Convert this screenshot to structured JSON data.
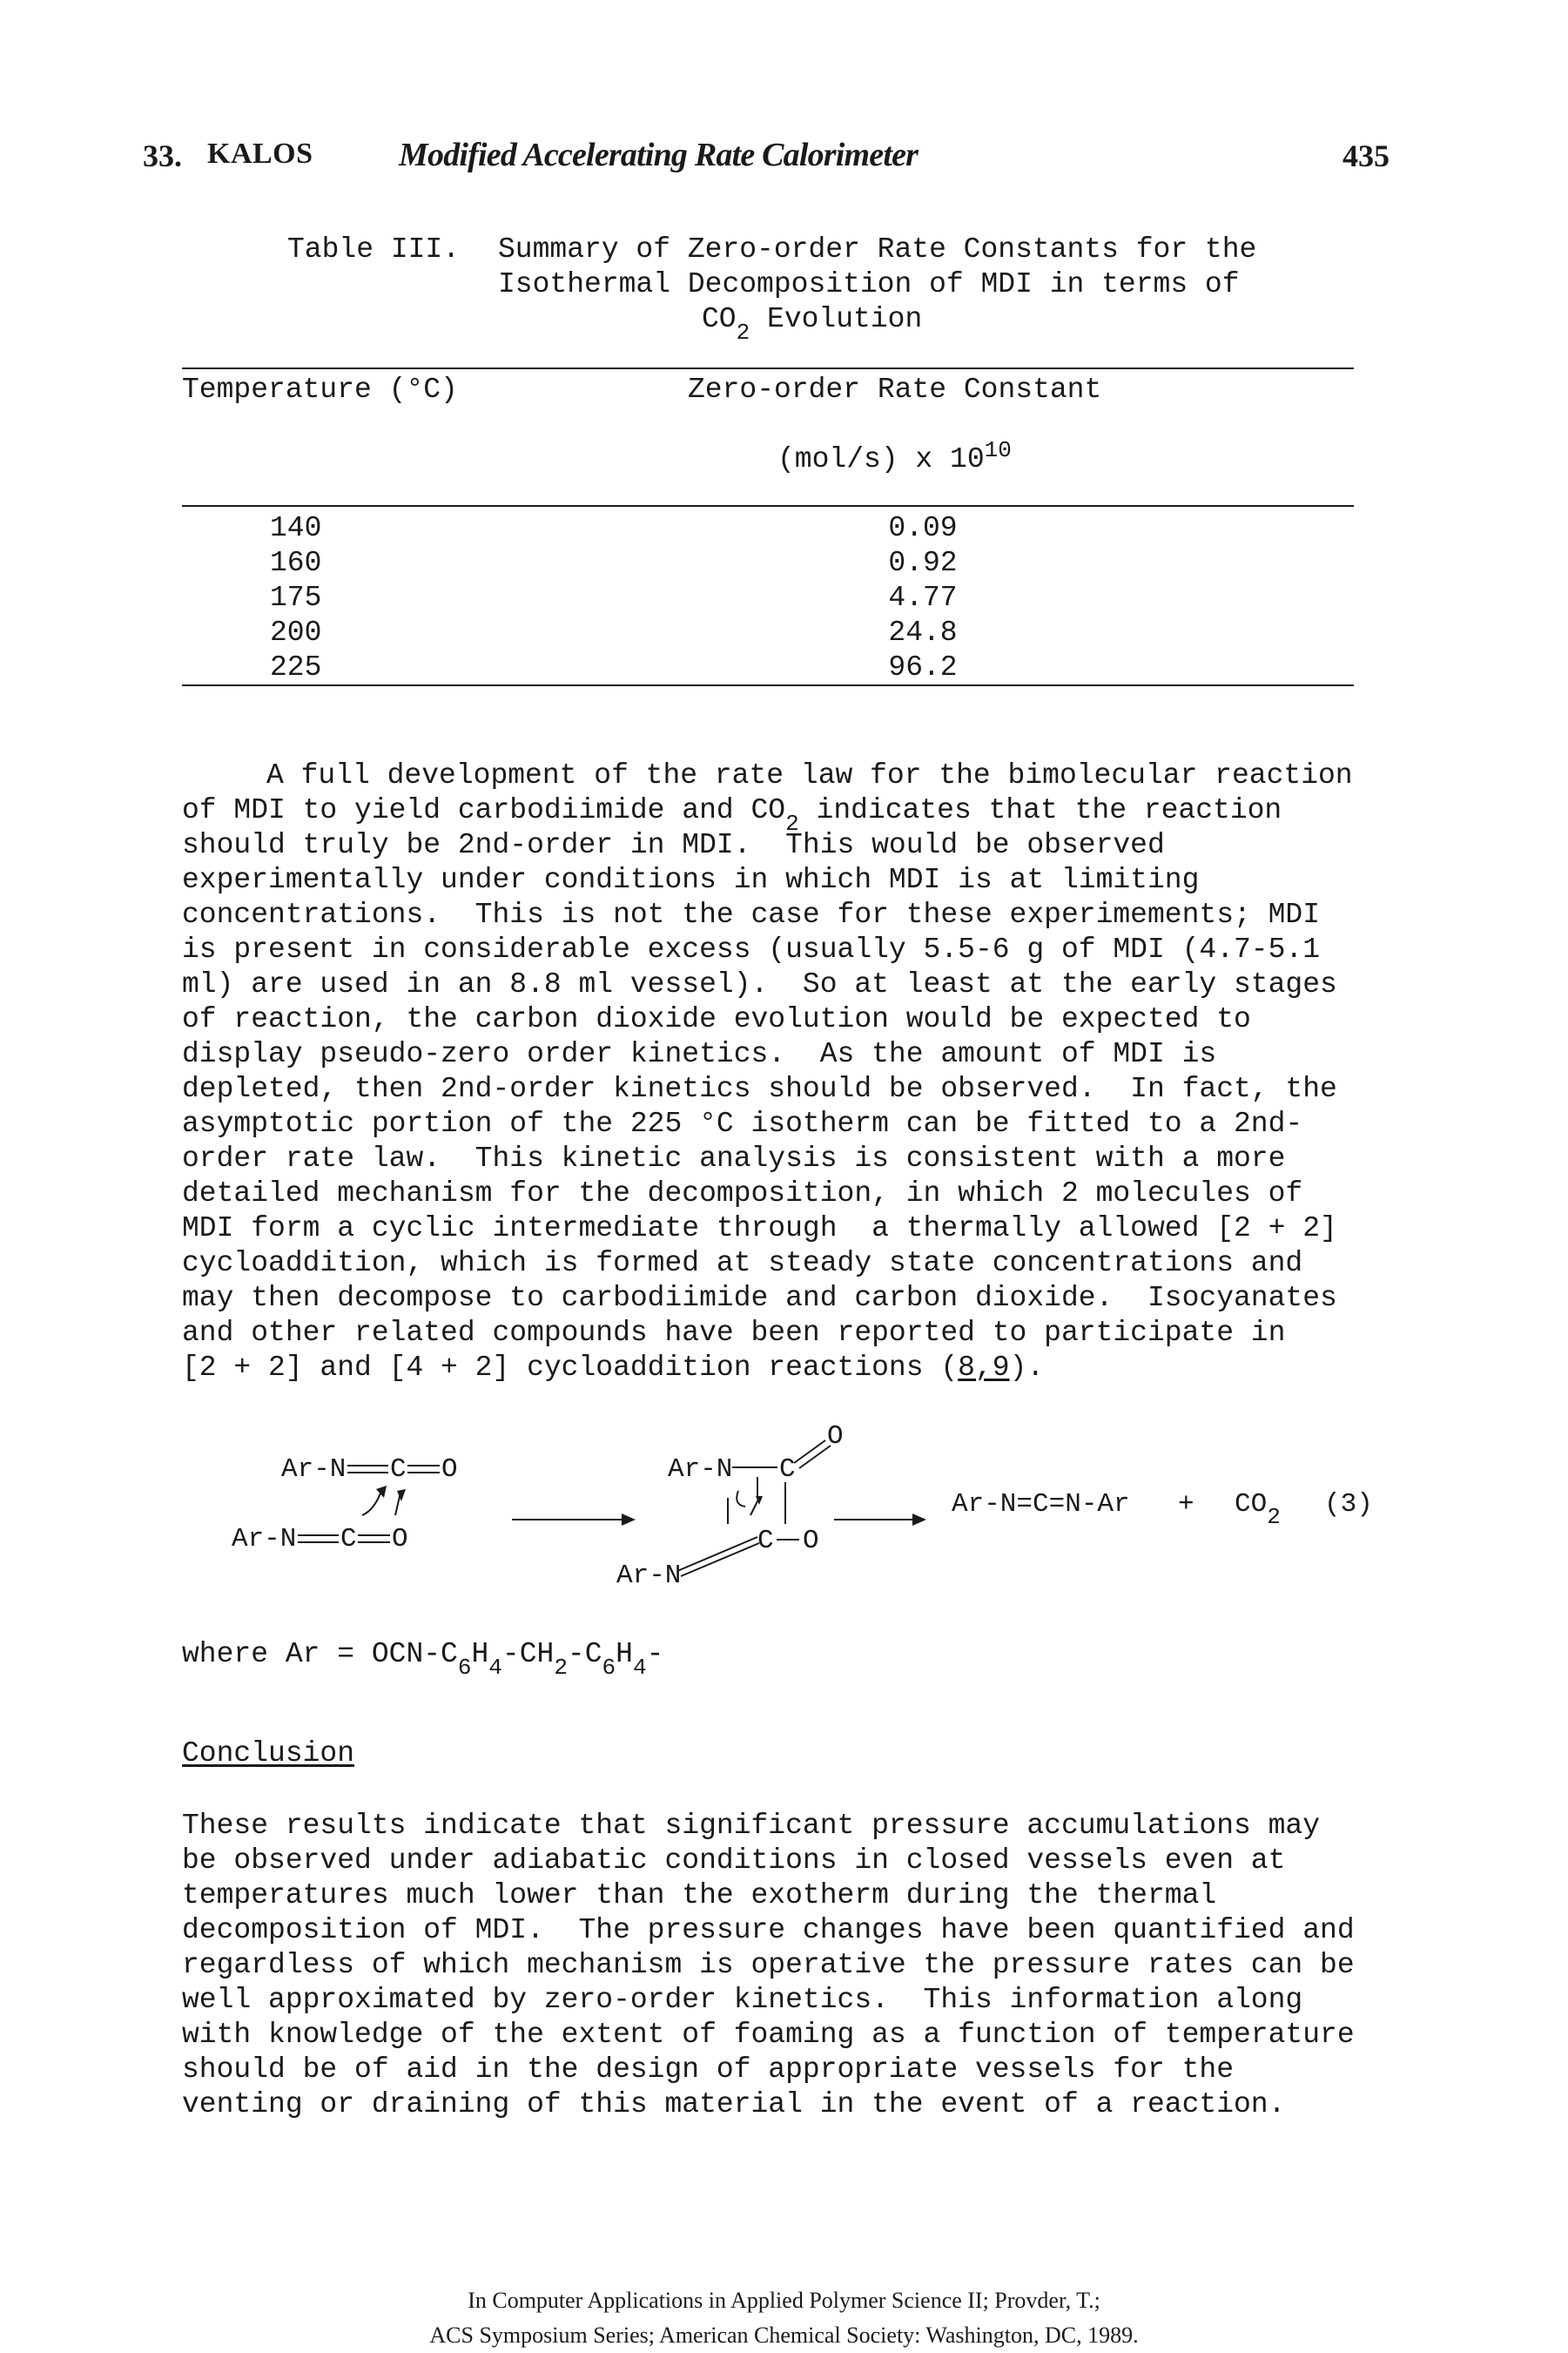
{
  "header": {
    "chapter_number": "33.",
    "author": "KALOS",
    "title": "Modified Accelerating Rate Calorimeter",
    "page_number": "435"
  },
  "table": {
    "caption_label": "Table III.",
    "caption_line1": "Summary of Zero-order Rate Constants for the",
    "caption_line2": "Isothermal Decomposition of MDI in terms of",
    "caption_line3_pre": "CO",
    "caption_line3_sub": "2",
    "caption_line3_post": " Evolution",
    "col1_header": "Temperature (°C)",
    "col2_header": "Zero-order Rate Constant",
    "col2_unit_pre": "(mol/s) x 10",
    "col2_unit_sup": "10",
    "rows": [
      {
        "temp": "140",
        "rate": "0.09"
      },
      {
        "temp": "160",
        "rate": "0.92"
      },
      {
        "temp": "175",
        "rate": "4.77"
      },
      {
        "temp": "200",
        "rate": "24.8"
      },
      {
        "temp": "225",
        "rate": "96.2"
      }
    ]
  },
  "paragraph1": {
    "l1": "A full development of the rate law for the bimolecular reaction",
    "l2_pre": "of MDI to yield carbodiimide and CO",
    "l2_sub": "2",
    "l2_post": " indicates that the reaction",
    "l3": "should truly be 2nd-order in MDI.  This would be observed",
    "l4": "experimentally under conditions in which MDI is at limiting",
    "l5": "concentrations.  This is not the case for these experimements; MDI",
    "l6": "is present in considerable excess (usually 5.5-6 g of MDI (4.7-5.1",
    "l7": "ml) are used in an 8.8 ml vessel).  So at least at the early stages",
    "l8": "of reaction, the carbon dioxide evolution would be expected to",
    "l9": "display pseudo-zero order kinetics.  As the amount of MDI is",
    "l10": "depleted, then 2nd-order kinetics should be observed.  In fact, the",
    "l11": "asymptotic portion of the 225 °C isotherm can be fitted to a 2nd-",
    "l12": "order rate law.  This kinetic analysis is consistent with a more",
    "l13": "detailed mechanism for the decomposition, in which 2 molecules of",
    "l14": "MDI form a cyclic intermediate through  a thermally allowed [2 + 2]",
    "l15": "cycloaddition, which is formed at steady state concentrations and",
    "l16": "may then decompose to carbodiimide and carbon dioxide.  Isocyanates",
    "l17": "and other related compounds have been reported to participate in",
    "l18_pre": "[2 + 2] and [4 + 2] cycloaddition reactions (",
    "l18_ref": "8,9",
    "l18_post": ")."
  },
  "scheme": {
    "reactant_top": "Ar-N",
    "reactant_top_c": "C",
    "reactant_top_o": "O",
    "reactant_bottom": "Ar-N",
    "reactant_bottom_c": "C",
    "reactant_bottom_o": "O",
    "inter_top": "Ar-N",
    "inter_c_top": "C",
    "inter_o_top": "O",
    "inter_c_bottom": "C",
    "inter_o_bottom": "O",
    "inter_bottom": "Ar-N",
    "product": "Ar-N=C=N-Ar",
    "plus": "+",
    "co2_pre": "CO",
    "co2_sub": "2",
    "eq_number": "(3)",
    "where_pre": "where Ar = OCN-C",
    "where_s1": "6",
    "where_h1": "H",
    "where_s2": "4",
    "where_ch": "-CH",
    "where_s3": "2",
    "where_c2": "-C",
    "where_s4": "6",
    "where_h2": "H",
    "where_s5": "4",
    "where_end": "-"
  },
  "conclusion": {
    "heading": "Conclusion",
    "lines": [
      "These results indicate that significant pressure accumulations may",
      "be observed under adiabatic conditions in closed vessels even at",
      "temperatures much lower than the exotherm during the thermal",
      "decomposition of MDI.  The pressure changes have been quantified and",
      "regardless of which mechanism is operative the pressure rates can be",
      "well approximated by zero-order kinetics.  This information along",
      "with knowledge of the extent of foaming as a function of temperature",
      "should be of aid in the design of appropriate vessels for the",
      "venting or draining of this material in the event of a reaction."
    ]
  },
  "footer": {
    "line1": "In Computer Applications in Applied Polymer Science II; Provder, T.;",
    "line2": "ACS Symposium Series; American Chemical Society: Washington, DC, 1989."
  }
}
